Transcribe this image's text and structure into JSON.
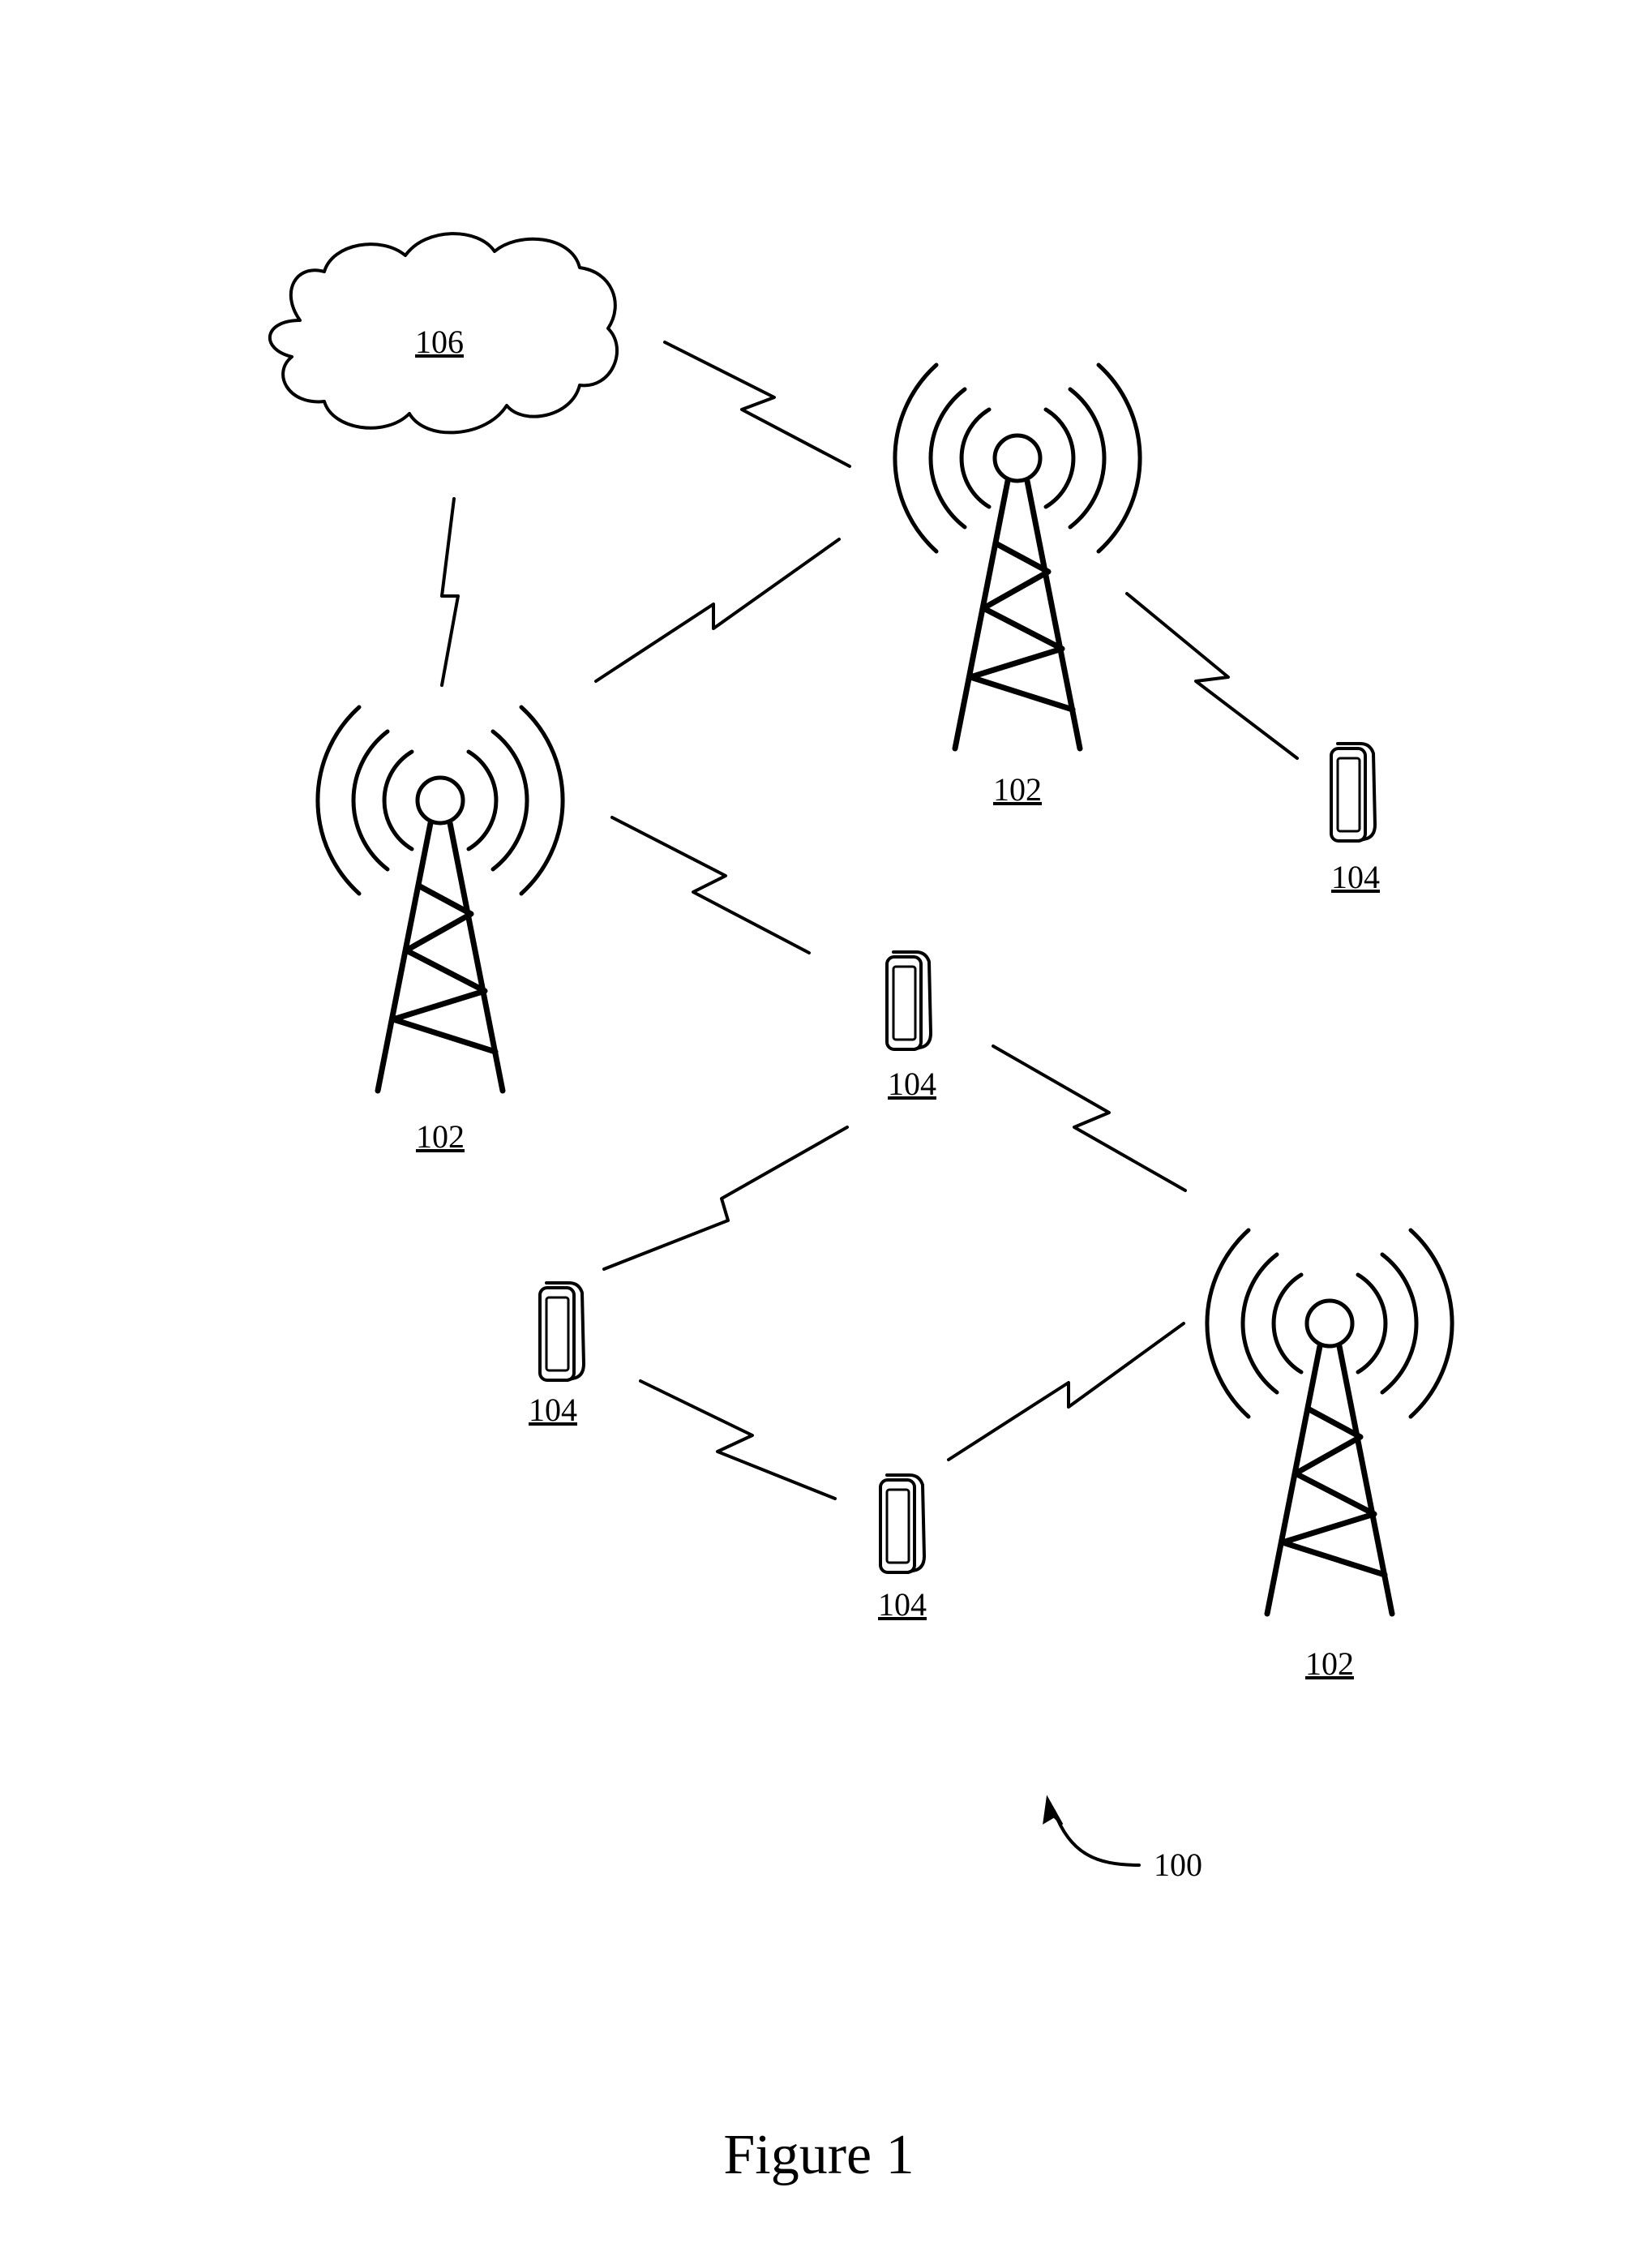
{
  "figure": {
    "caption": "Figure 1",
    "reference_label": "100",
    "stroke_color": "#000000",
    "background_color": "#ffffff"
  },
  "cloud": {
    "label": "106",
    "icon": "cloud-icon"
  },
  "base_stations": [
    {
      "label": "102",
      "icon": "cell-tower-icon"
    },
    {
      "label": "102",
      "icon": "cell-tower-icon"
    },
    {
      "label": "102",
      "icon": "cell-tower-icon"
    }
  ],
  "devices": [
    {
      "label": "104",
      "icon": "mobile-device-icon"
    },
    {
      "label": "104",
      "icon": "mobile-device-icon"
    },
    {
      "label": "104",
      "icon": "mobile-device-icon"
    },
    {
      "label": "104",
      "icon": "mobile-device-icon"
    }
  ],
  "wireless_links_icon": "lightning-link-icon"
}
